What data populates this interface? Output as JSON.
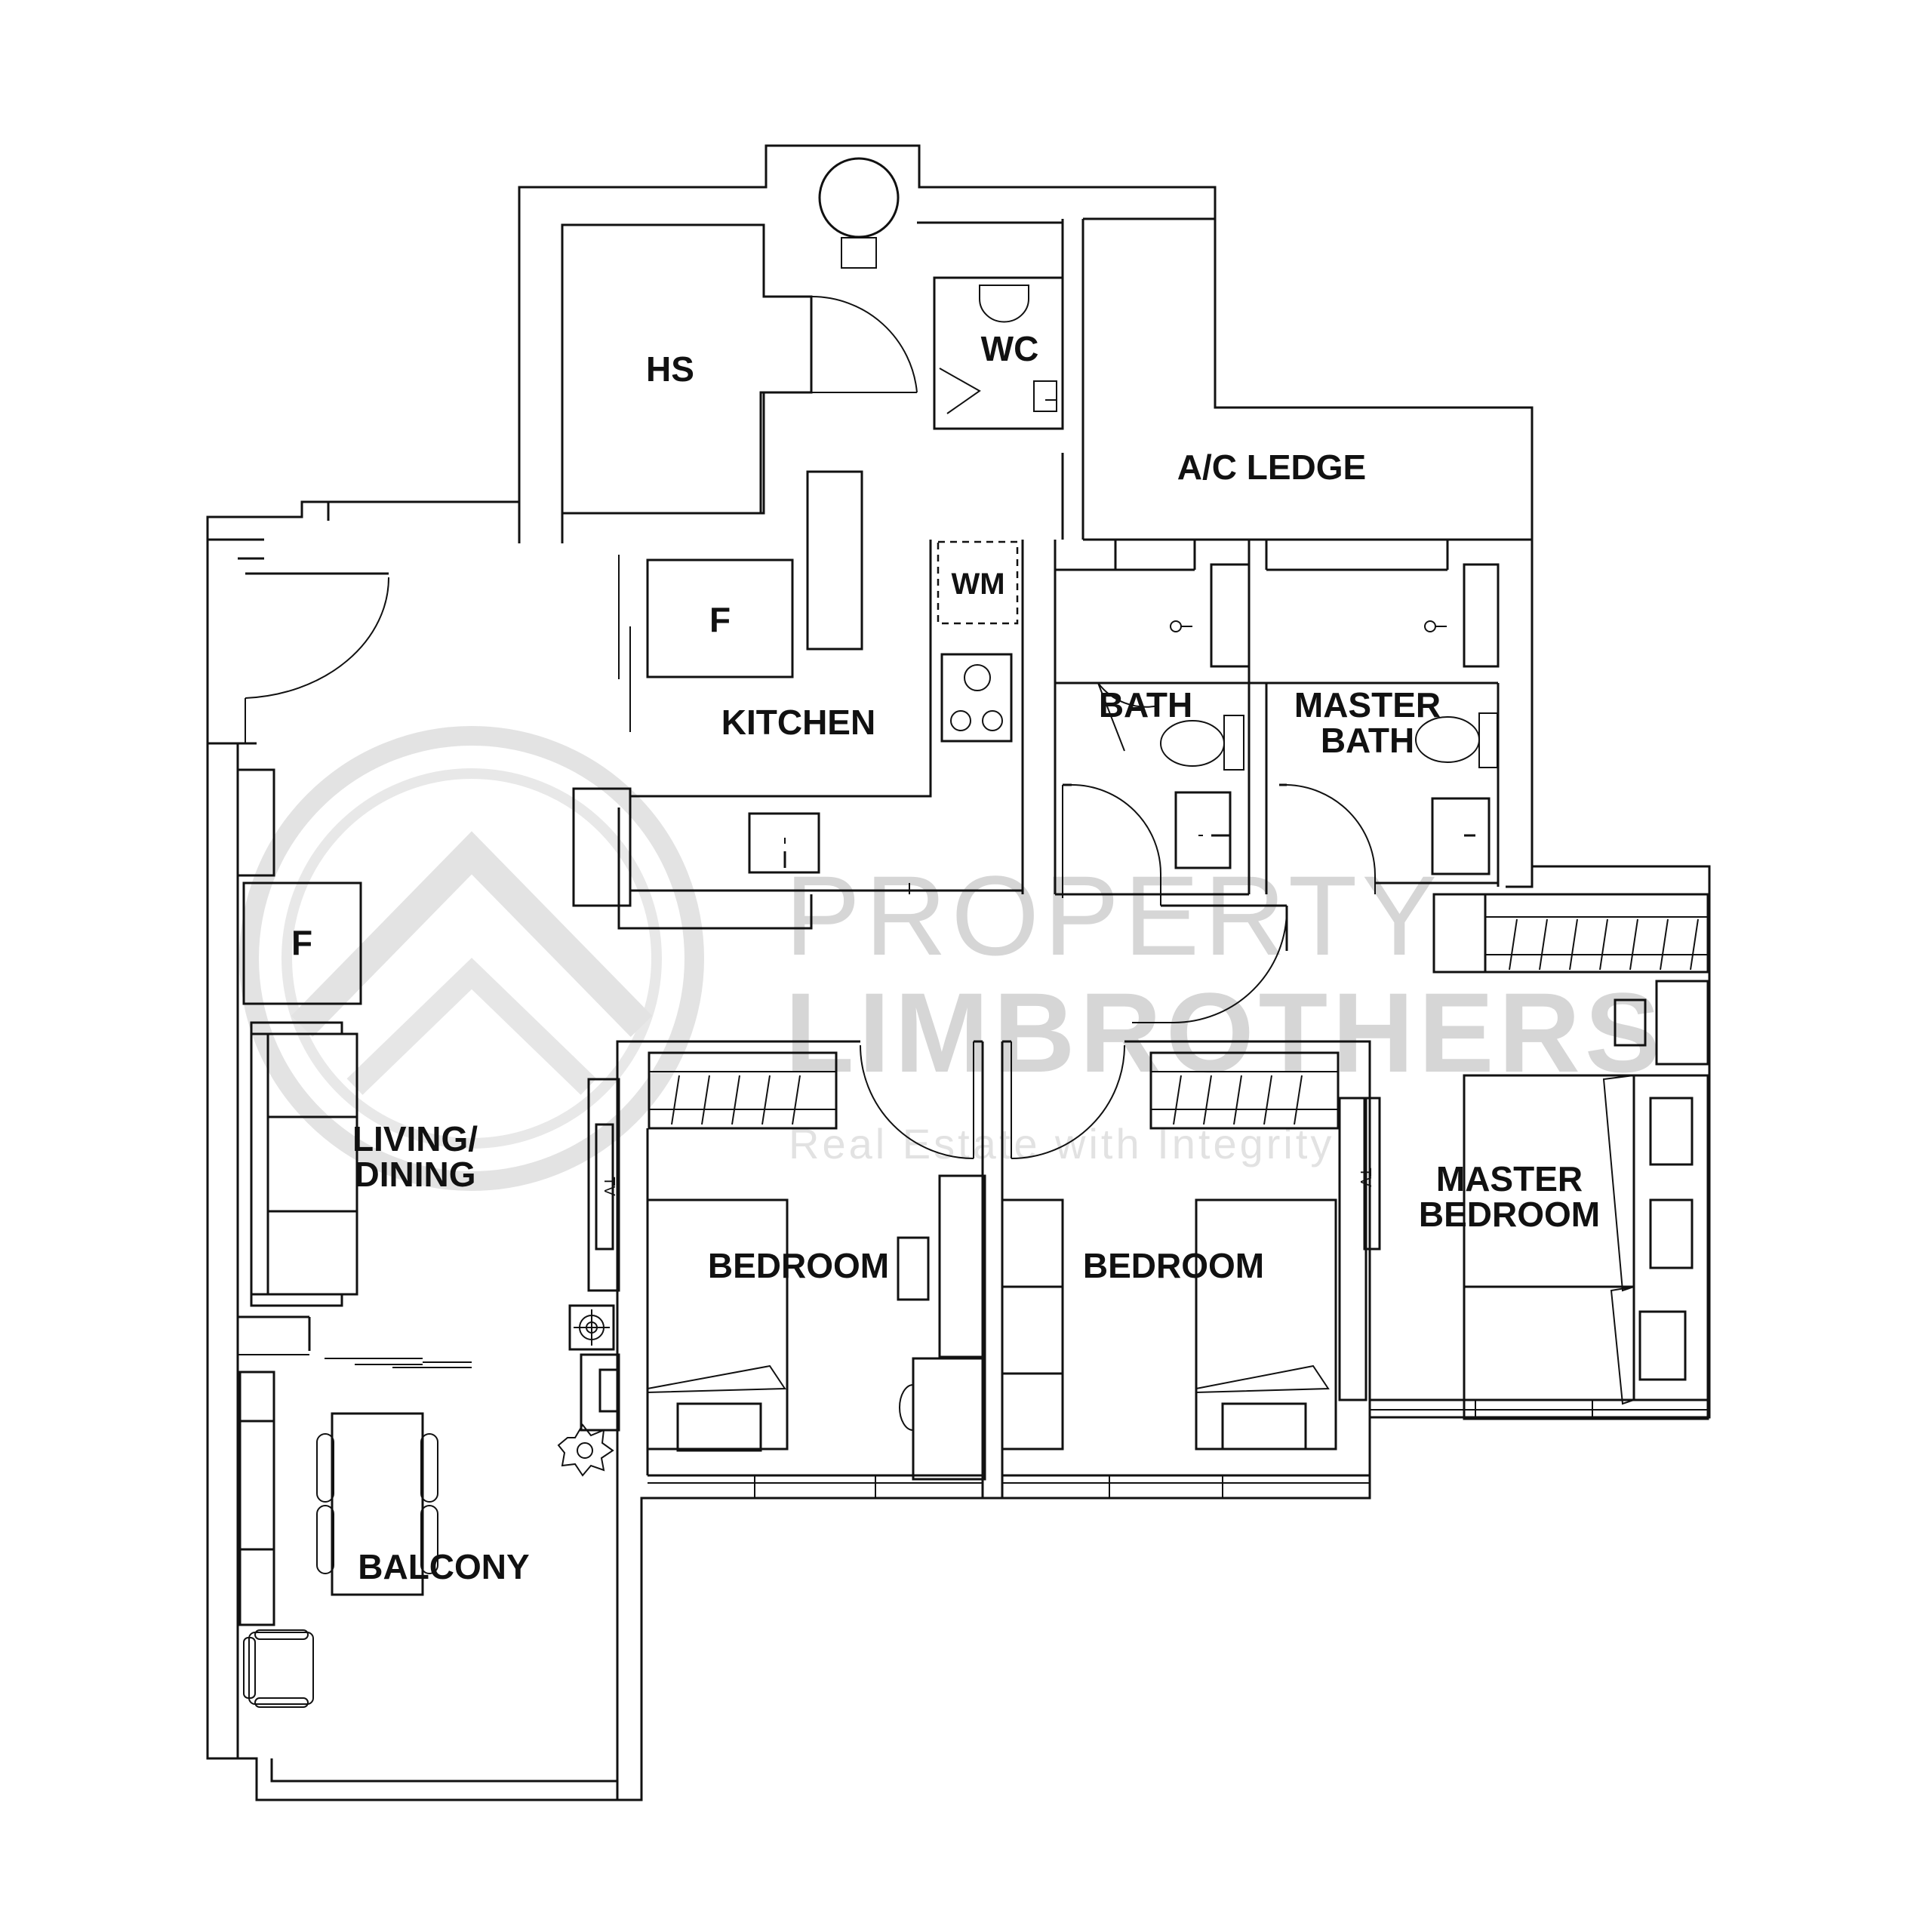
{
  "plan": {
    "rooms": {
      "hs": "HS",
      "wc": "WC",
      "ac_ledge": "A/C LEDGE",
      "wm": "WM",
      "fridge": "F",
      "kitchen": "KITCHEN",
      "bath": "BATH",
      "master_bath_1": "MASTER",
      "master_bath_2": "BATH",
      "living_1": "LIVING/",
      "living_2": "DINING",
      "living_f": "F",
      "bedroom_a": "BEDROOM",
      "bedroom_b": "BEDROOM",
      "master_bedroom_1": "MASTER",
      "master_bedroom_2": "BEDROOM",
      "balcony": "BALCONY",
      "tv_a": "TV",
      "tv_b": "TV"
    },
    "watermark": {
      "line1": "PROPERTY",
      "line2": "LIMBROTHERS",
      "tagline": "Real Estate with Integrity"
    }
  }
}
